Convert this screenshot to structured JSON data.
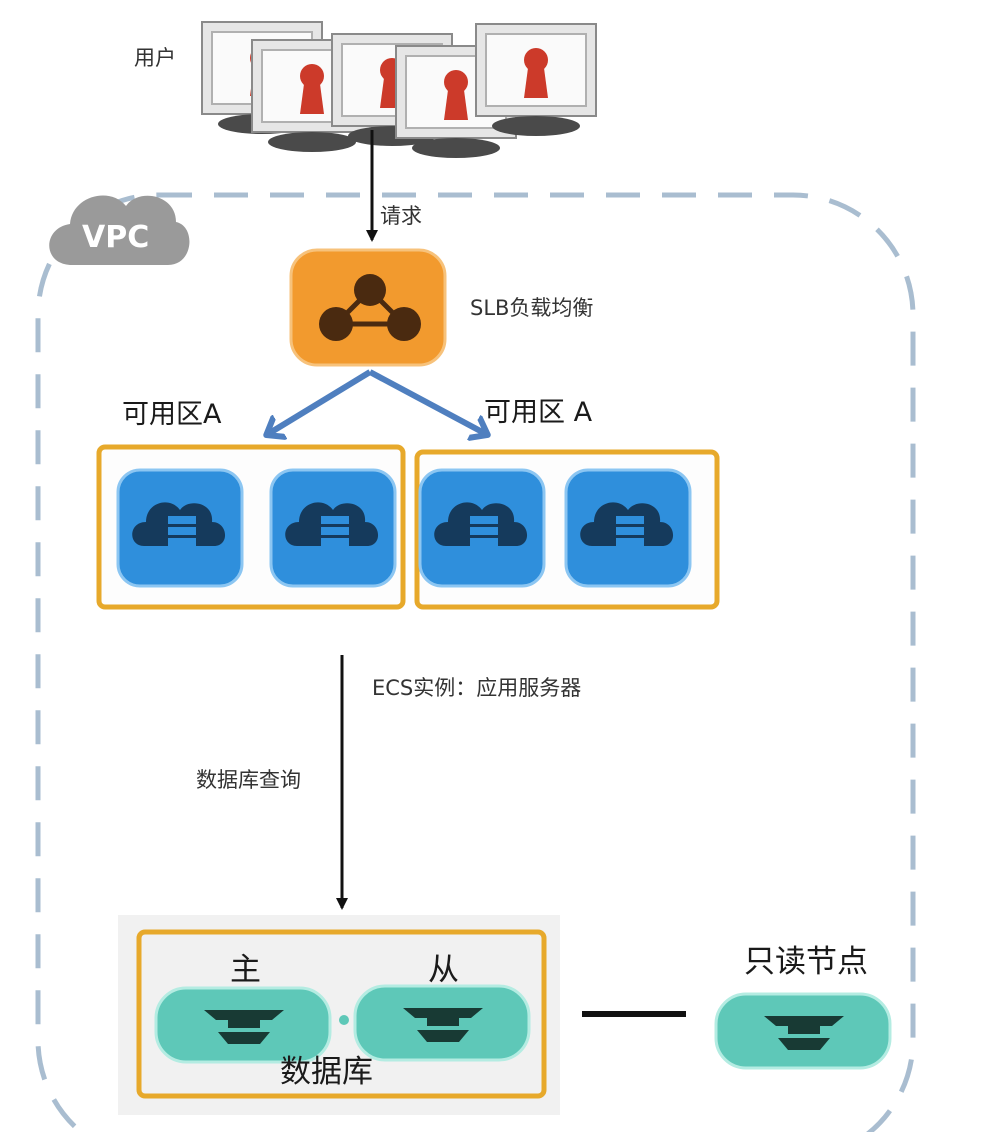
{
  "labels": {
    "users": "用户",
    "request": "请求",
    "vpc": "VPC",
    "slb": "SLB负载均衡",
    "zone_a_left": "可用区A",
    "zone_a_right": "可用区 A",
    "ecs": "ECS实例：应用服务器",
    "db_query": "数据库查询",
    "master": "主",
    "slave": "从",
    "database": "数据库",
    "readonly": "只读节点"
  },
  "icons": {
    "users": "monitor-user-icon",
    "vpc": "cloud-icon",
    "slb": "load-balancer-icon",
    "ecs": "cloud-server-icon",
    "db": "database-node-icon"
  },
  "colors": {
    "vpc_border": "#a9bdd0",
    "zone_border": "#e7a92b",
    "slb_fill": "#f29a2e",
    "ecs_fill": "#2f8fdc",
    "db_fill": "#5ec8b8",
    "arrow_blue": "#4f7fbf",
    "arrow_black": "#111111"
  }
}
